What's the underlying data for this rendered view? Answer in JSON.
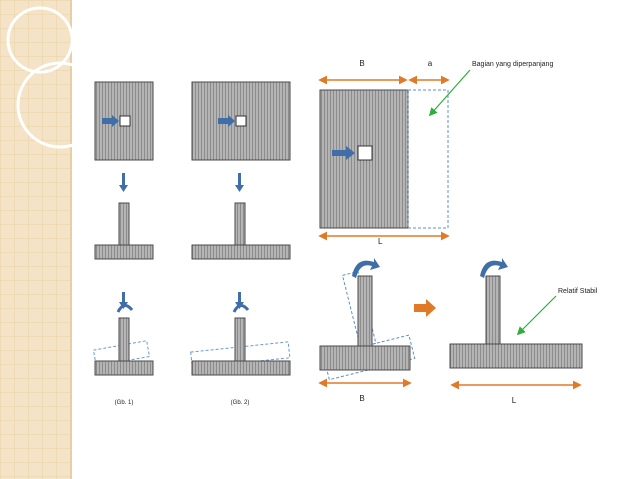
{
  "colors": {
    "sidebar": "#f4e3c6",
    "hatch": "#a3a3a3",
    "border": "#4a4a4a",
    "arrow_blue": "#3f6fa6",
    "dim_orange": "#e07a27",
    "dash_blue": "#5b8fd0",
    "pointer_green": "#2fae3b"
  },
  "labels": {
    "dim_b_top": "B",
    "dim_a_top": "a",
    "callout_extended": "Bagian yang diperpanjang",
    "moment_left": "L",
    "callout_stable": "Relatif Stabil",
    "dim_b_bottom": "B",
    "dim_l_bottom": "L",
    "caption_1": "(Gb. 1)",
    "caption_2": "(Gb. 2)"
  }
}
